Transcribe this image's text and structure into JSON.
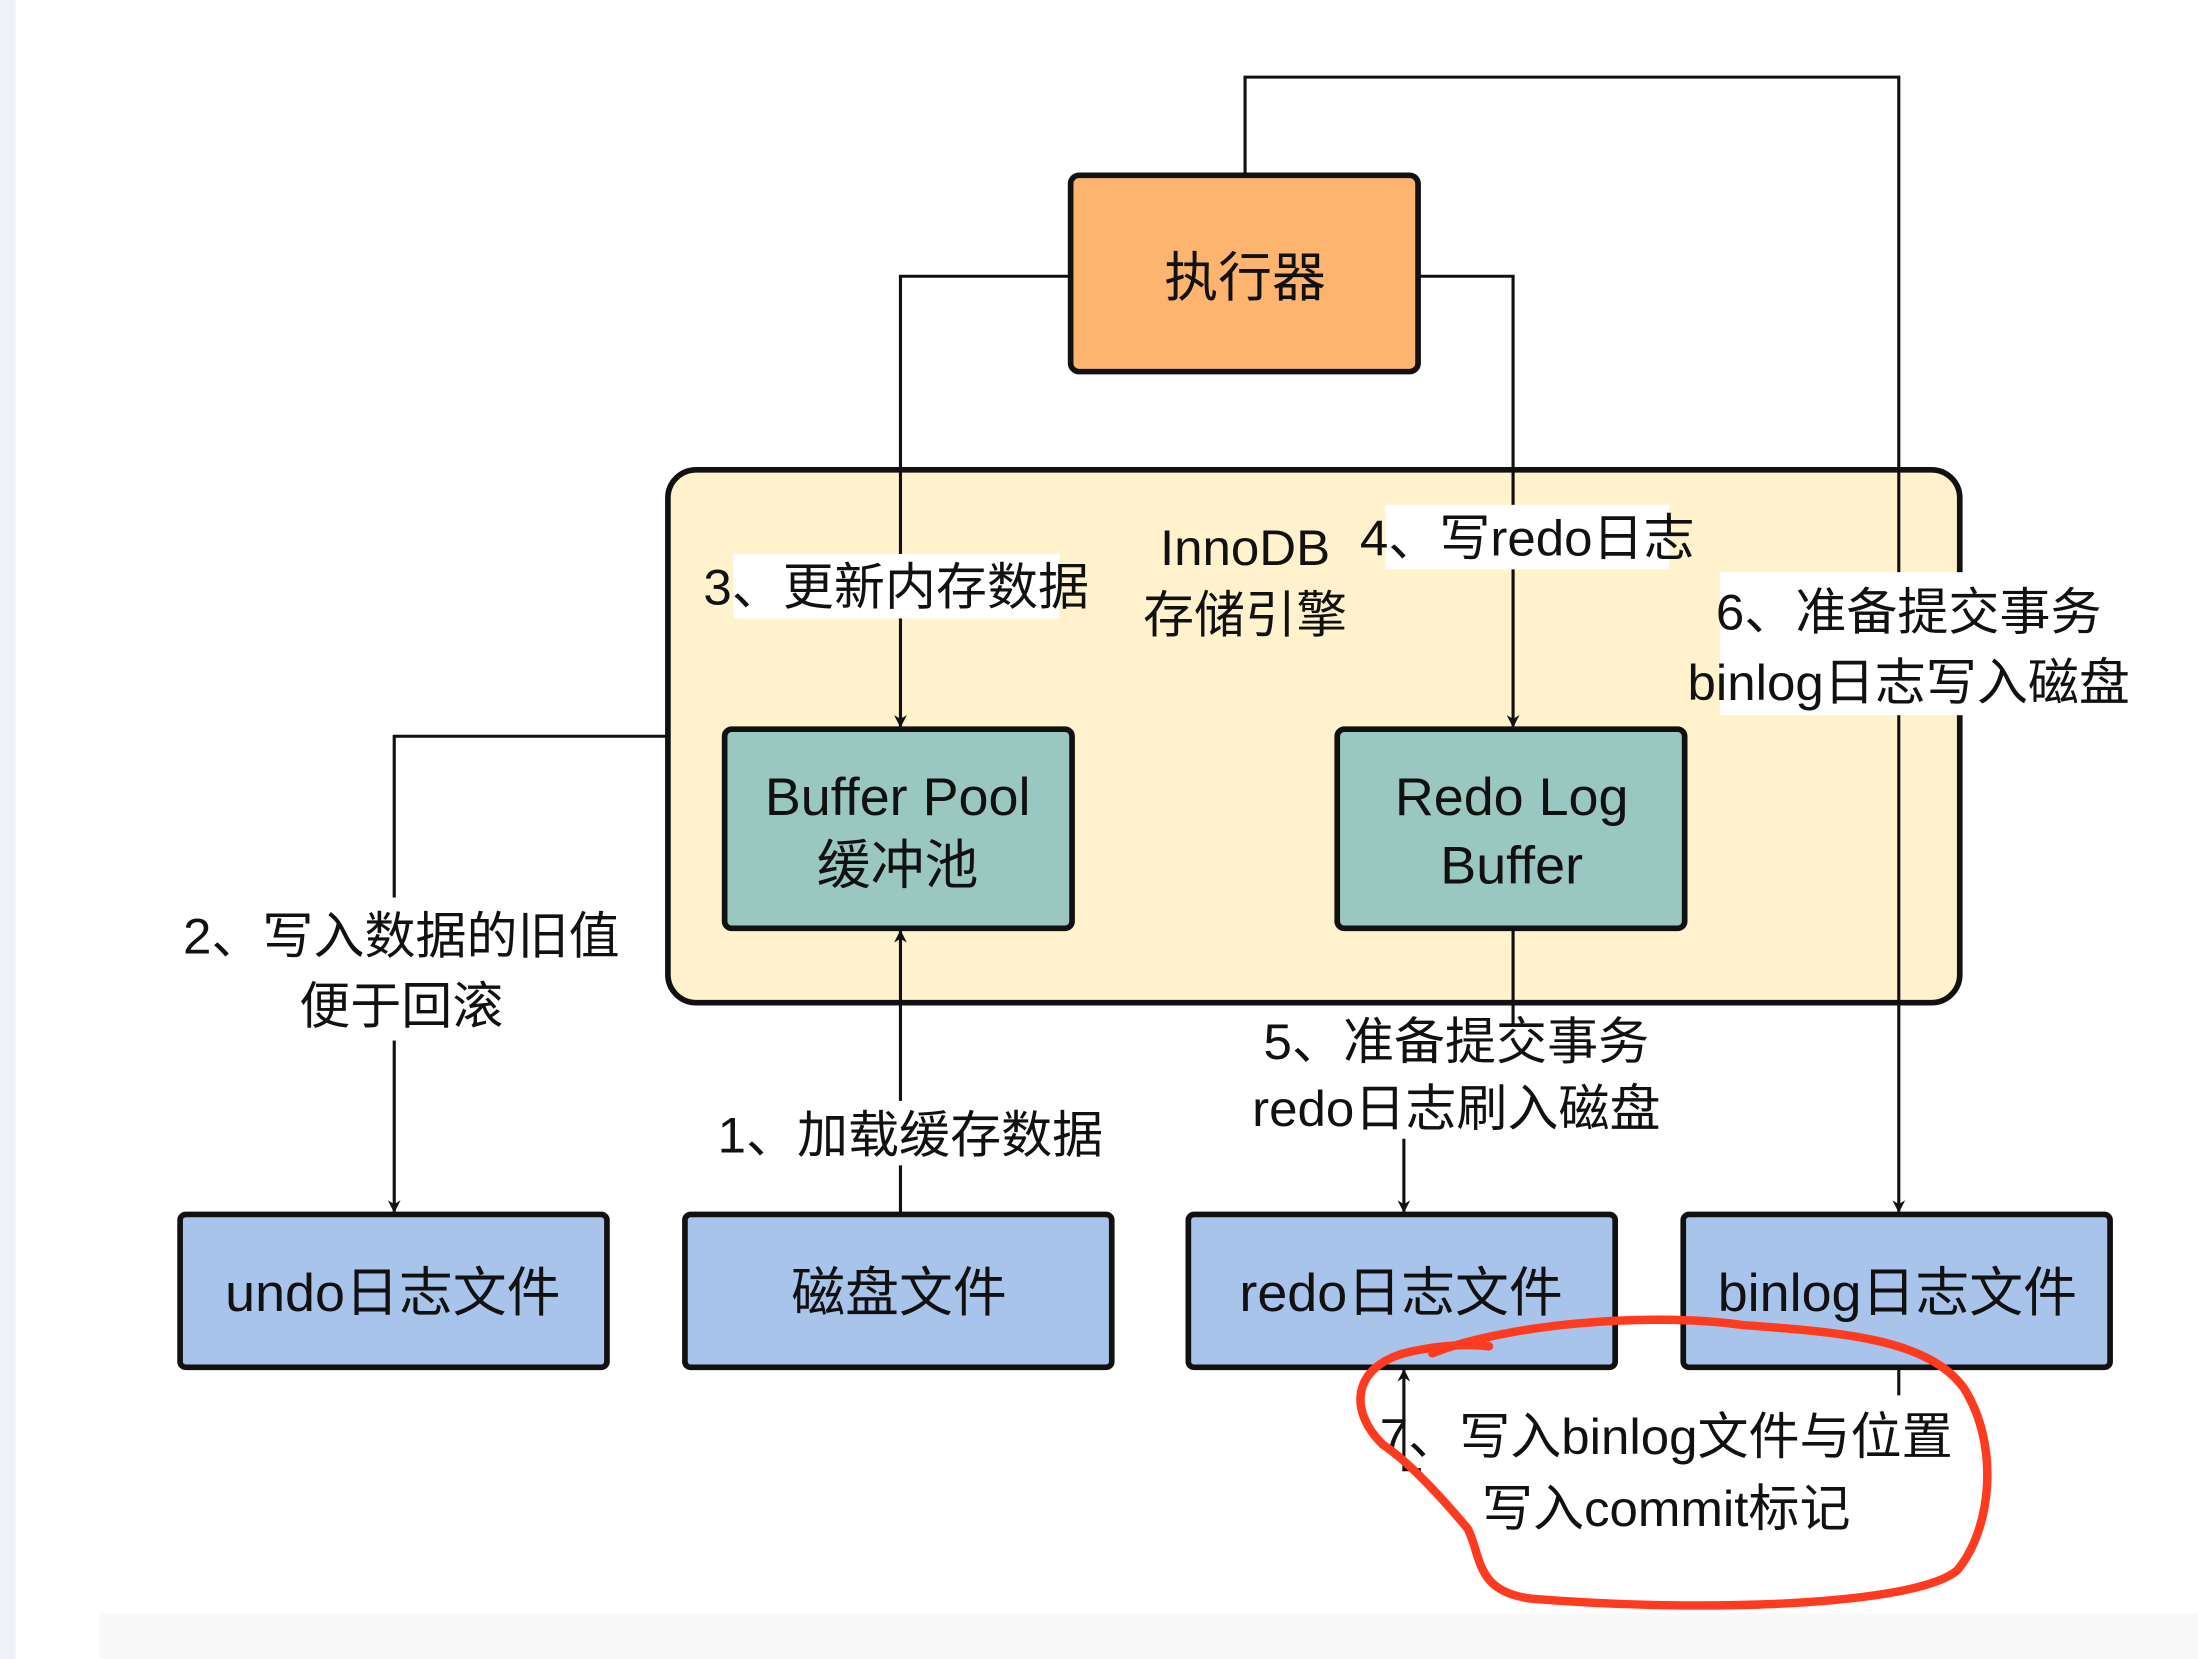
{
  "colors": {
    "executor": "#FDB46F",
    "engine": "#FFF2CC",
    "memory_box": "#9AC7BF",
    "file_box": "#A9C4EB",
    "annotation": "#FF3B1F"
  },
  "nodes": {
    "executor": "执行器",
    "engine": [
      "InnoDB",
      "存储引擎"
    ],
    "buffer_pool": [
      "Buffer Pool",
      "缓冲池"
    ],
    "redo_log_buffer": [
      "Redo Log",
      "Buffer"
    ],
    "undo_file": "undo日志文件",
    "disk_file": "磁盘文件",
    "redo_file": "redo日志文件",
    "binlog_file": "binlog日志文件"
  },
  "steps": {
    "s1": "1、加载缓存数据",
    "s2": [
      "2、写入数据的旧值",
      "便于回滚"
    ],
    "s3": "3、更新内存数据",
    "s4": "4、写redo日志",
    "s5": [
      "5、准备提交事务",
      "redo日志刷入磁盘"
    ],
    "s6": [
      "6、准备提交事务",
      "binlog日志写入磁盘"
    ],
    "s7": [
      "7、写入binlog文件与位置",
      "写入commit标记"
    ]
  }
}
